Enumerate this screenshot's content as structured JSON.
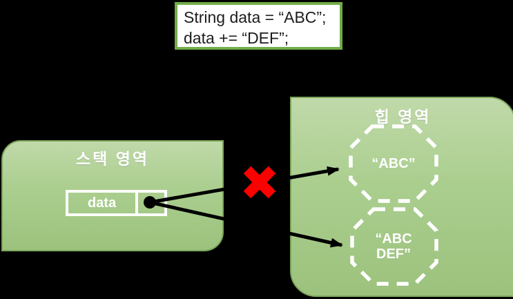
{
  "code_box": {
    "line1": "String data = “ABC”;",
    "line2": "data += “DEF”;"
  },
  "stack_region": {
    "label": "스택 영역",
    "variable_name": "data"
  },
  "heap_region": {
    "label": "힙 영역"
  },
  "heap_objects": {
    "obj1": {
      "value": "“ABC”"
    },
    "obj2": {
      "line1": "“ABC",
      "line2": "DEF”"
    }
  },
  "icons": {
    "invalid_reference_cross_icon": "✖",
    "pointer_dot_icon": "●",
    "reference_arrow_icon": "→"
  },
  "colors": {
    "background": "#000000",
    "region_fill_top": "#c0d9a9",
    "region_fill_bottom": "#9cc27d",
    "region_border": "#7da55b",
    "code_box_border": "#70AD47",
    "code_box_fill": "#ffffff",
    "cross": "#fb0100",
    "arrow": "#000000",
    "object_outline": "#ffffff",
    "label_text": "#ffffff"
  }
}
